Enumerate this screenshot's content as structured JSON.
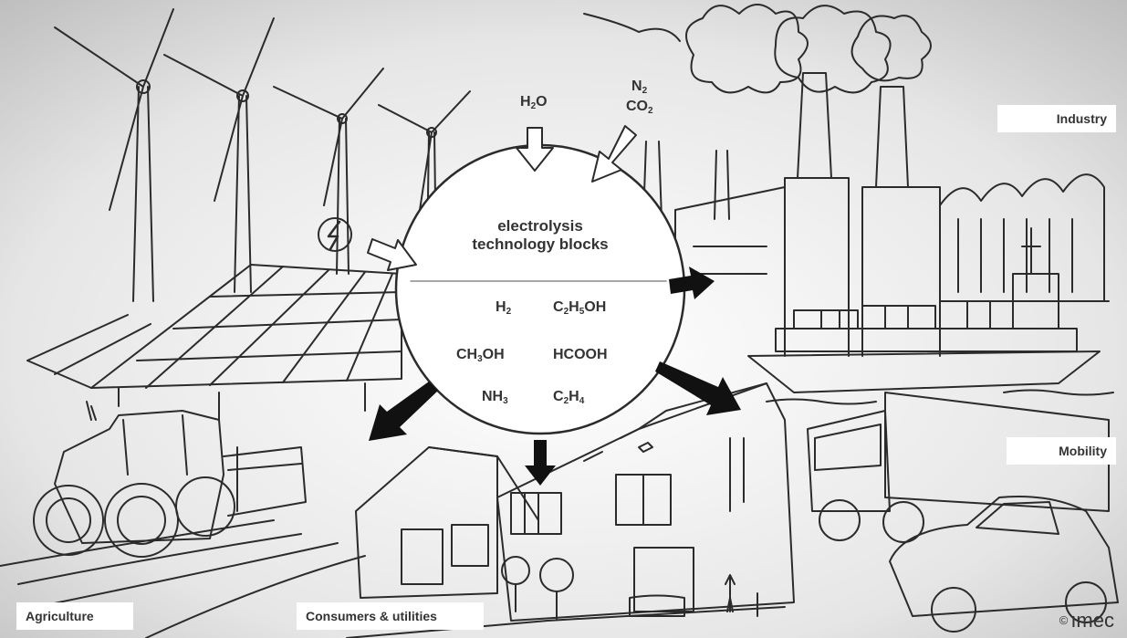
{
  "circle": {
    "title_line1": "electrolysis",
    "title_line2": "technology blocks"
  },
  "inputs": {
    "water": {
      "base": "H",
      "sub": "2",
      "tail": "O"
    },
    "nitrogen": {
      "base": "N",
      "sub": "2",
      "tail": ""
    },
    "co2": {
      "base": "CO",
      "sub": "2",
      "tail": ""
    }
  },
  "products": [
    {
      "base": "H",
      "sub": "2",
      "tail": ""
    },
    {
      "base": "C",
      "sub": "2",
      "mid": "H",
      "sub2": "5",
      "tail": "OH"
    },
    {
      "base": "CH",
      "sub": "3",
      "tail": "OH"
    },
    {
      "base": "HCOOH",
      "sub": "",
      "tail": ""
    },
    {
      "base": "NH",
      "sub": "3",
      "tail": ""
    },
    {
      "base": "C",
      "sub": "2",
      "mid": "H",
      "sub2": "4",
      "tail": ""
    }
  ],
  "sectors": {
    "industry": "Industry",
    "mobility": "Mobility",
    "agriculture": "Agriculture",
    "consumers": "Consumers & utilities"
  },
  "logo": {
    "copyright": "©",
    "brand": "ımec"
  }
}
